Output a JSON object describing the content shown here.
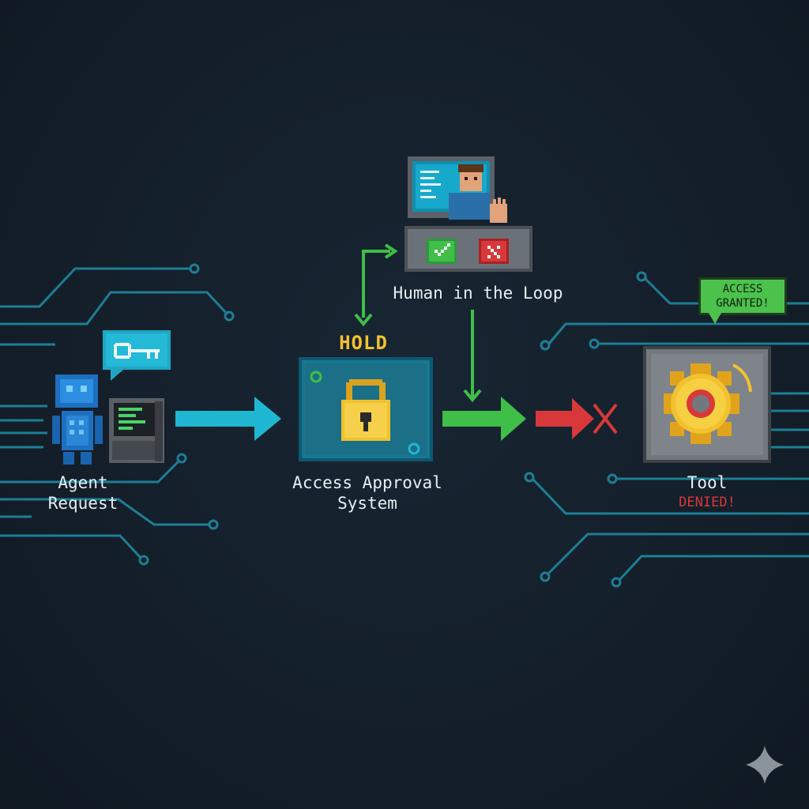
{
  "diagram": {
    "nodes": {
      "agent": {
        "line1": "Agent",
        "line2": "Request"
      },
      "system": {
        "line1": "Access Approval",
        "line2": "System",
        "status": "HOLD"
      },
      "human": {
        "label": "Human in the Loop"
      },
      "tool": {
        "label": "Tool",
        "status": "DENIED!"
      }
    },
    "bubble": {
      "line1": "ACCESS",
      "line2": "GRANTED!"
    },
    "icons": [
      "robot-icon",
      "terminal-icon",
      "key-icon",
      "padlock-icon",
      "human-operator-icon",
      "checkmark-icon",
      "cross-icon",
      "gear-icon",
      "sparkle-icon"
    ]
  },
  "colors": {
    "background": "#141f2a",
    "circuit": "#1f8fa8",
    "arrow_request": "#1fb7d2",
    "arrow_approve": "#3fbe48",
    "arrow_deny": "#d8383a",
    "hold": "#f2c12e",
    "granted": "#4cc14c"
  }
}
